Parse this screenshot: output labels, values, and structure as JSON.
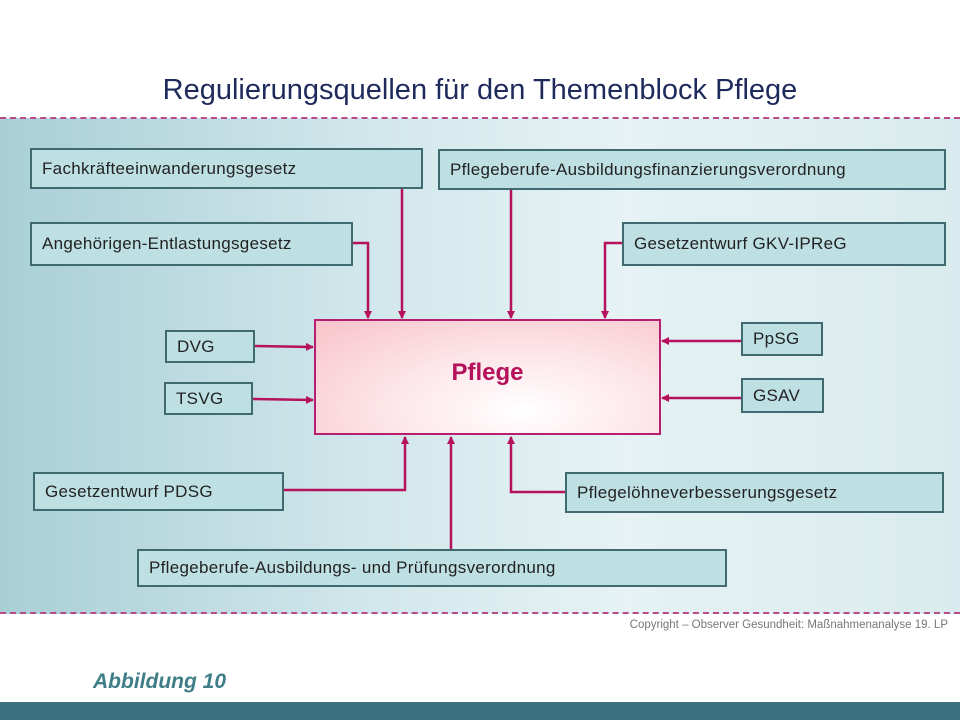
{
  "title": "Regulierungsquellen für den Themenblock Pflege",
  "center": {
    "label": "Pflege"
  },
  "sources": {
    "fachkraefte": "Fachkräfteeinwanderungsgesetz",
    "ausbildungsfinanzierung": "Pflegeberufe-Ausbildungsfinanzierungsverordnung",
    "angehoerigen": "Angehörigen-Entlastungsgesetz",
    "gkv_ipreg": "Gesetzentwurf  GKV-IPReG",
    "dvg": "DVG",
    "tsvg": "TSVG",
    "ppsg": "PpSG",
    "gsav": "GSAV",
    "pdsg": "Gesetzentwurf  PDSG",
    "loehne": "Pflegelöhneverbesserungsgesetz",
    "pruefung": "Pflegeberufe-Ausbildungs-  und Prüfungsverordnung"
  },
  "copyright": "Copyright – Observer Gesundheit: Maßnahmenanalyse 19. LP",
  "caption": "Abbildung 10",
  "colors": {
    "title": "#1f2a5c",
    "arrow": "#b5115c",
    "box_fill": "#bfe0e3",
    "box_border": "#3f6a70",
    "footer": "#3c7181",
    "caption": "#3f7e86"
  }
}
